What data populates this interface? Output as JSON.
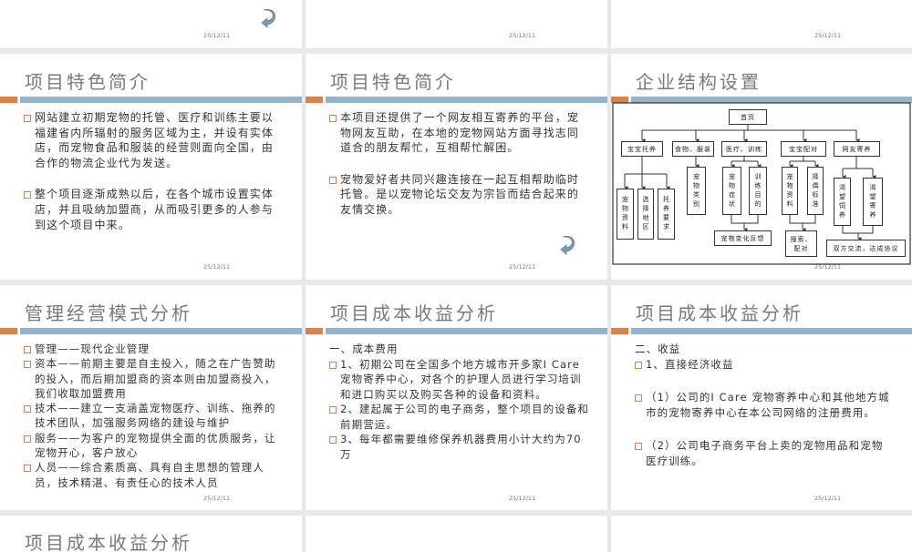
{
  "date": "25/12/11",
  "colors": {
    "accent_orange": "#d6834f",
    "accent_blue": "#94b3cd",
    "title": "#7a7a7a"
  },
  "icons": {
    "return": "curved-return-arrow-icon"
  },
  "slides": [
    {
      "title": "项目特色简介",
      "bullets": [
        "网站建立初期宠物的托管、医疗和训练主要以福建省内所辐射的服务区域为主，并设有实体店，而宠物食品和服装的经营则面向全国，由合作的物流企业代为发送。",
        "整个项目逐渐成熟以后，在各个城市设置实体店，并且吸纳加盟商，从而吸引更多的人参与到这个项目中来。"
      ]
    },
    {
      "title": "项目特色简介",
      "bullets": [
        " 本项目还提供了一个网友相互寄养的平台，宠物网友互助，在本地的宠物网站方面寻找志同道合的朋友帮忙，互相帮忙解困。",
        "宠物爱好者共同兴趣连接在一起互相帮助临时托管。是以宠物论坛交友为宗旨而结合起来的友情交换。"
      ]
    },
    {
      "title": "企业结构设置",
      "org": {
        "root": "首页",
        "level2": [
          "宝宝托养",
          "食物、服装",
          "医疗、训练",
          "宝宝配对",
          "网友寄养"
        ],
        "leaves": [
          "宠物资料",
          "选择地区",
          "托养要求",
          "宠物类别",
          "宠物症状",
          "训练目的",
          "宠物变化反馈",
          "宠物资料",
          "择偶标准",
          "搜索、配对",
          "渴望饲养",
          "渴望寄养",
          "双方交流，达成协议"
        ]
      }
    },
    {
      "title": "管理经营模式分析",
      "bullets": [
        "管理——现代企业管理",
        "资本——前期主要是自主投入，随之在广告赞助的投入，而后期加盟商的资本则由加盟商投入，我们收取加盟费用",
        "技术——建立一支涵盖宠物医疗、训练、拖养的技术团队，加强服务网络的建设与维护",
        "服务——为客户的宠物提供全面的优质服务，让宠物开心，客户放心",
        "人员——综合素质高、具有自主思想的管理人员，技术精湛、有责任心的技术人员"
      ]
    },
    {
      "title": "项目成本收益分析",
      "heading": "一、成本费用",
      "bullets": [
        "1、初期公司在全国多个地方城市开多家I Care 宠物寄养中心，对各个的护理人员进行学习培训和进口购买以及购买各种的设备和资料。",
        "2、建起属于公司的电子商务，整个项目的设备和前期营运。",
        "3、每年都需要维修保养机器费用小计大约为70 万"
      ]
    },
    {
      "title": "项目成本收益分析",
      "heading": "二、收益",
      "bullets": [
        "1、直接经济收益",
        "（1）公司的I Care 宠物寄养中心和其他地方城市的宠物寄养中心在本公司网络的注册费用。",
        "（2）公司电子商务平台上卖的宠物用品和宠物医疗训练。"
      ]
    },
    {
      "title": "项目成本收益分析"
    }
  ]
}
